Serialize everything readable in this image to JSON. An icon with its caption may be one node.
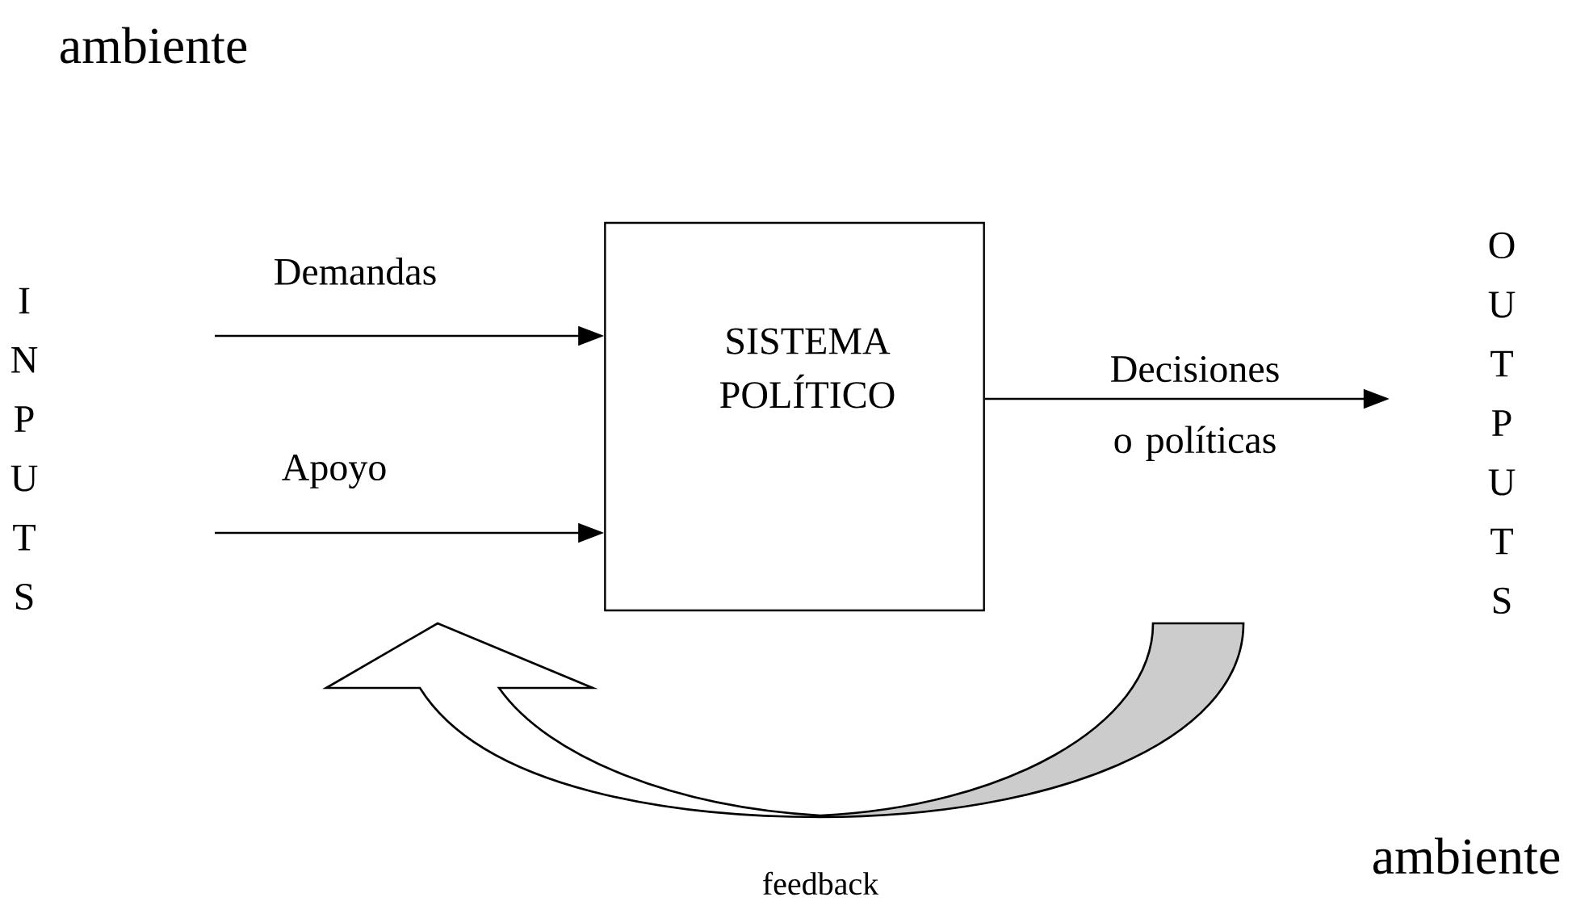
{
  "diagram": {
    "nodes": [
      {
        "text": [
          "I N P U T S"
        ]
      },
      {
        "text": [
          "SISTEMA POLÍTICO"
        ]
      },
      {
        "text": [
          "O U T P U T S"
        ]
      }
    ],
    "edges": [
      {
        "from": null,
        "to": 1,
        "arrow": "to",
        "label": "Demandas"
      },
      {
        "from": null,
        "to": 1,
        "arrow": "to",
        "label": "Apoyo"
      },
      {
        "from": 1,
        "to": 2,
        "arrow": "to",
        "label": "Decisiones o políticas"
      }
    ],
    "labels": [
      "ambiente",
      "feedback",
      "ambiente"
    ]
  }
}
